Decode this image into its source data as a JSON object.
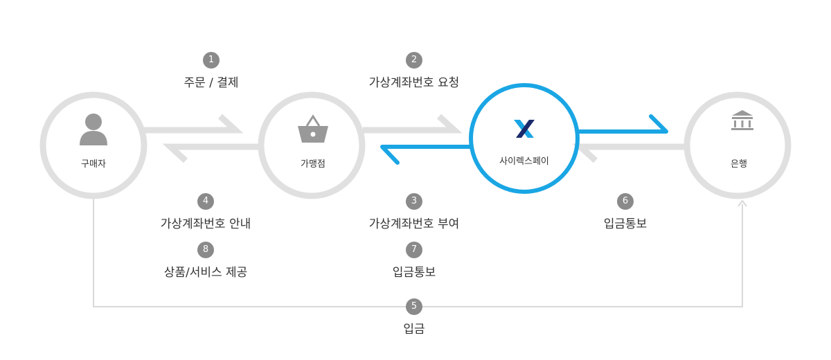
{
  "colors": {
    "ring_gray": "#e0e0e0",
    "arrow_gray": "#e0e0e0",
    "accent_blue": "#1aa6e4",
    "badge_gray": "#8a8a8a",
    "line_gray": "#d9d9d9",
    "icon_gray": "#999999",
    "logo_blue": "#1aa6e4",
    "logo_navy": "#1b2a6b"
  },
  "nodes": {
    "buyer": {
      "label": "구매자",
      "icon": "user-icon"
    },
    "merchant": {
      "label": "가맹점",
      "icon": "shopping-basket-icon"
    },
    "xpay": {
      "label": "사이렉스페이",
      "icon": "x-logo-icon"
    },
    "bank": {
      "label": "은행",
      "icon": "bank-icon"
    }
  },
  "steps": [
    {
      "num": "1",
      "label": "주문 / 결제"
    },
    {
      "num": "2",
      "label": "가상계좌번호 요청"
    },
    {
      "num": "3",
      "label": "가상계좌번호 부여"
    },
    {
      "num": "4",
      "label": "가상계좌번호 안내"
    },
    {
      "num": "5",
      "label": "입금"
    },
    {
      "num": "6",
      "label": "입금통보"
    },
    {
      "num": "7",
      "label": "입금통보"
    },
    {
      "num": "8",
      "label": "상품/서비스 제공"
    }
  ]
}
